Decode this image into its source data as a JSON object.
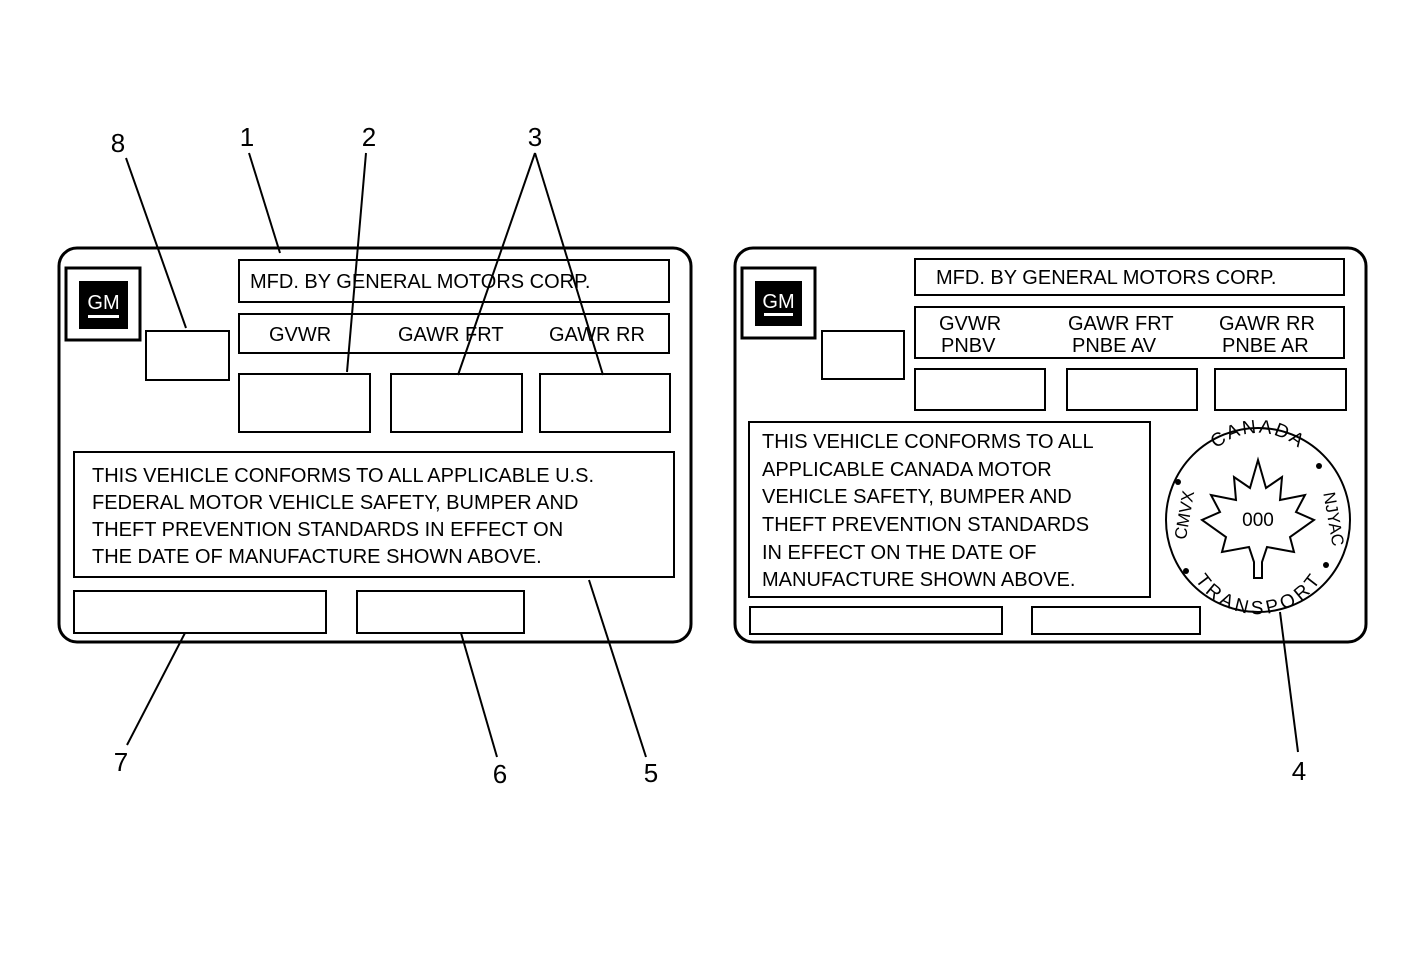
{
  "us_label": {
    "logo": "GM",
    "manufacturer": "MFD. BY GENERAL MOTORS CORP.",
    "rating_headers": [
      "GVWR",
      "GAWR FRT",
      "GAWR RR"
    ],
    "statement_lines": [
      "THIS VEHICLE CONFORMS TO ALL APPLICABLE U.S.",
      "FEDERAL MOTOR VEHICLE SAFETY, BUMPER AND",
      "THEFT PREVENTION STANDARDS IN EFFECT ON",
      "THE DATE OF MANUFACTURE SHOWN ABOVE."
    ]
  },
  "canada_label": {
    "logo": "GM",
    "manufacturer": "MFD. BY GENERAL MOTORS CORP.",
    "rating_headers": [
      {
        "en": "GVWR",
        "fr": "PNBV"
      },
      {
        "en": "GAWR FRT",
        "fr": "PNBE AV"
      },
      {
        "en": "GAWR RR",
        "fr": "PNBE AR"
      }
    ],
    "statement_lines": [
      "THIS VEHICLE CONFORMS TO ALL",
      "APPLICABLE CANADA MOTOR",
      "VEHICLE SAFETY, BUMPER AND",
      "THEFT PREVENTION STANDARDS",
      "IN EFFECT ON THE DATE OF",
      "MANUFACTURE SHOWN ABOVE."
    ],
    "seal": {
      "top": "CANADA",
      "bottom": "TRANSPORT",
      "left": "CMVX",
      "right": "NJYAC",
      "center": "000"
    }
  },
  "callouts": [
    "1",
    "2",
    "3",
    "4",
    "5",
    "6",
    "7",
    "8"
  ]
}
